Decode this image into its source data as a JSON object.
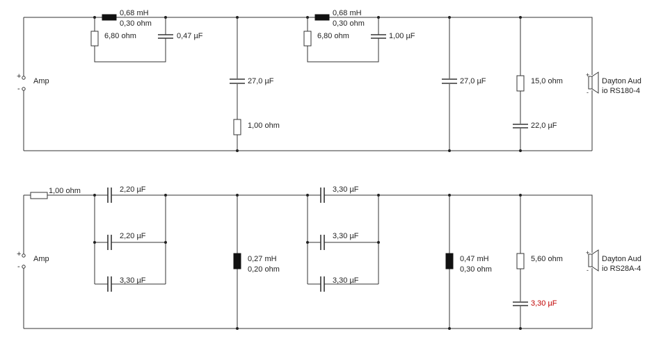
{
  "top": {
    "source": {
      "label": "Amp",
      "plus": "+",
      "minus": "-"
    },
    "series_l1": {
      "value": "0,68 mH",
      "dcr": "0,30 ohm"
    },
    "par_r1": "6,80 ohm",
    "par_c1": "0,47 µF",
    "shunt_c1": "27,0 µF",
    "shunt_r1": "1,00 ohm",
    "series_l2": {
      "value": "0,68 mH",
      "dcr": "0,30 ohm"
    },
    "par_r2": "6,80 ohm",
    "par_c2": "1,00 µF",
    "shunt_c2": "27,0 µF",
    "zobel_r": "15,0 ohm",
    "zobel_c": "22,0 µF",
    "speaker": {
      "line1": "Dayton Aud",
      "line2": "io RS180-4",
      "plus": "+",
      "minus": "-"
    }
  },
  "bottom": {
    "source": {
      "label": "Amp",
      "plus": "+",
      "minus": "-"
    },
    "series_r": "1,00 ohm",
    "c_bank1": [
      "2,20 µF",
      "2,20 µF",
      "3,30 µF"
    ],
    "shunt_l1": {
      "value": "0,27 mH",
      "dcr": "0,20 ohm"
    },
    "c_bank2": [
      "3,30 µF",
      "3,30 µF",
      "3,30 µF"
    ],
    "shunt_l2": {
      "value": "0,47 mH",
      "dcr": "0,30 ohm"
    },
    "zobel_r": "5,60 ohm",
    "zobel_c": "3,30 µF",
    "speaker": {
      "line1": "Dayton Aud",
      "line2": "io RS28A-4",
      "plus": "+",
      "minus": "-"
    }
  },
  "colors": {
    "wire": "#333333",
    "highlight_label": "#c00000"
  }
}
